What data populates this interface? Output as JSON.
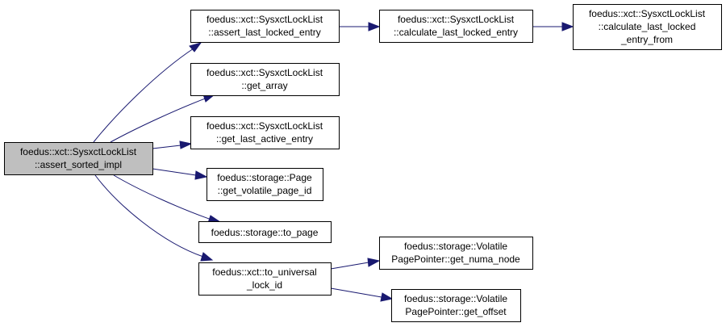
{
  "colors": {
    "root_fill": "#bfbfbf",
    "node_fill": "#ffffff",
    "node_border": "#000000",
    "edge": "#191970"
  },
  "nodes": {
    "assert_sorted_impl": {
      "line1": "foedus::xct::SysxctLockList",
      "line2": "::assert_sorted_impl"
    },
    "assert_last_locked_entry": {
      "line1": "foedus::xct::SysxctLockList",
      "line2": "::assert_last_locked_entry"
    },
    "calculate_last_locked_entry": {
      "line1": "foedus::xct::SysxctLockList",
      "line2": "::calculate_last_locked_entry"
    },
    "calculate_last_locked_entry_from": {
      "line1": "foedus::xct::SysxctLockList",
      "line2": "::calculate_last_locked",
      "line3": "_entry_from"
    },
    "get_array": {
      "line1": "foedus::xct::SysxctLockList",
      "line2": "::get_array"
    },
    "get_last_active_entry": {
      "line1": "foedus::xct::SysxctLockList",
      "line2": "::get_last_active_entry"
    },
    "get_volatile_page_id": {
      "line1": "foedus::storage::Page",
      "line2": "::get_volatile_page_id"
    },
    "to_page": {
      "line1": "foedus::storage::to_page"
    },
    "to_universal_lock_id": {
      "line1": "foedus::xct::to_universal",
      "line2": "_lock_id"
    },
    "get_numa_node": {
      "line1": "foedus::storage::Volatile",
      "line2": "PagePointer::get_numa_node"
    },
    "get_offset": {
      "line1": "foedus::storage::Volatile",
      "line2": "PagePointer::get_offset"
    }
  }
}
